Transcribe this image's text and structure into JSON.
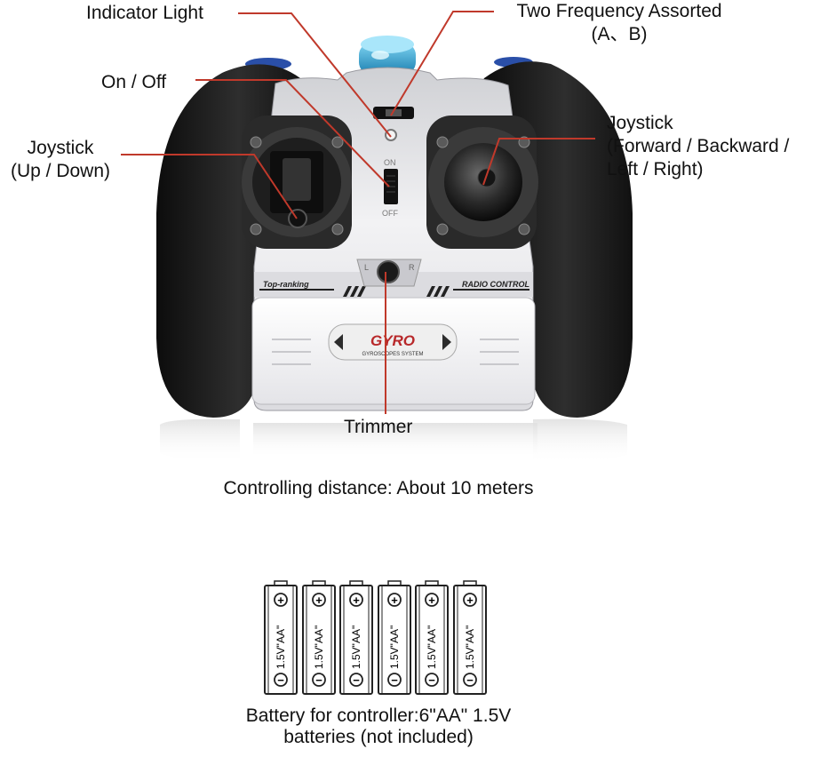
{
  "labels": {
    "indicator_light": "Indicator Light",
    "two_frequency_line1": "Two Frequency Assorted",
    "two_frequency_line2": "(A、B)",
    "on_off": "On / Off",
    "joystick_left_line1": "Joystick",
    "joystick_left_line2": "(Up / Down)",
    "joystick_right_line1": "Joystick",
    "joystick_right_line2": "(Forward / Backward /",
    "joystick_right_line3": "Left / Right)",
    "trimmer": "Trimmer"
  },
  "device": {
    "switch_on": "ON",
    "switch_off": "OFF",
    "trim_left": "L",
    "trim_right": "R",
    "panel_left_text": "Top-ranking",
    "panel_right_text": "RADIO CONTROL",
    "badge_title": "GYRO",
    "badge_subtitle": "GYROSCOPES SYSTEM"
  },
  "controlling_distance": "Controlling distance: About 10 meters",
  "batteries": {
    "count": 6,
    "label": "1.5V\"AA\"",
    "plus": "+",
    "minus": "−"
  },
  "battery_caption_line1": "Battery for controller:6\"AA\" 1.5V",
  "battery_caption_line2": "batteries (not included)",
  "colors": {
    "callout_line": "#c0392b",
    "grip": "#1a1a1a",
    "body": "#e9e9ec",
    "panel": "#d8d8dc",
    "antenna": "#2aa6d8",
    "accent_blue": "#2a4fa8"
  }
}
